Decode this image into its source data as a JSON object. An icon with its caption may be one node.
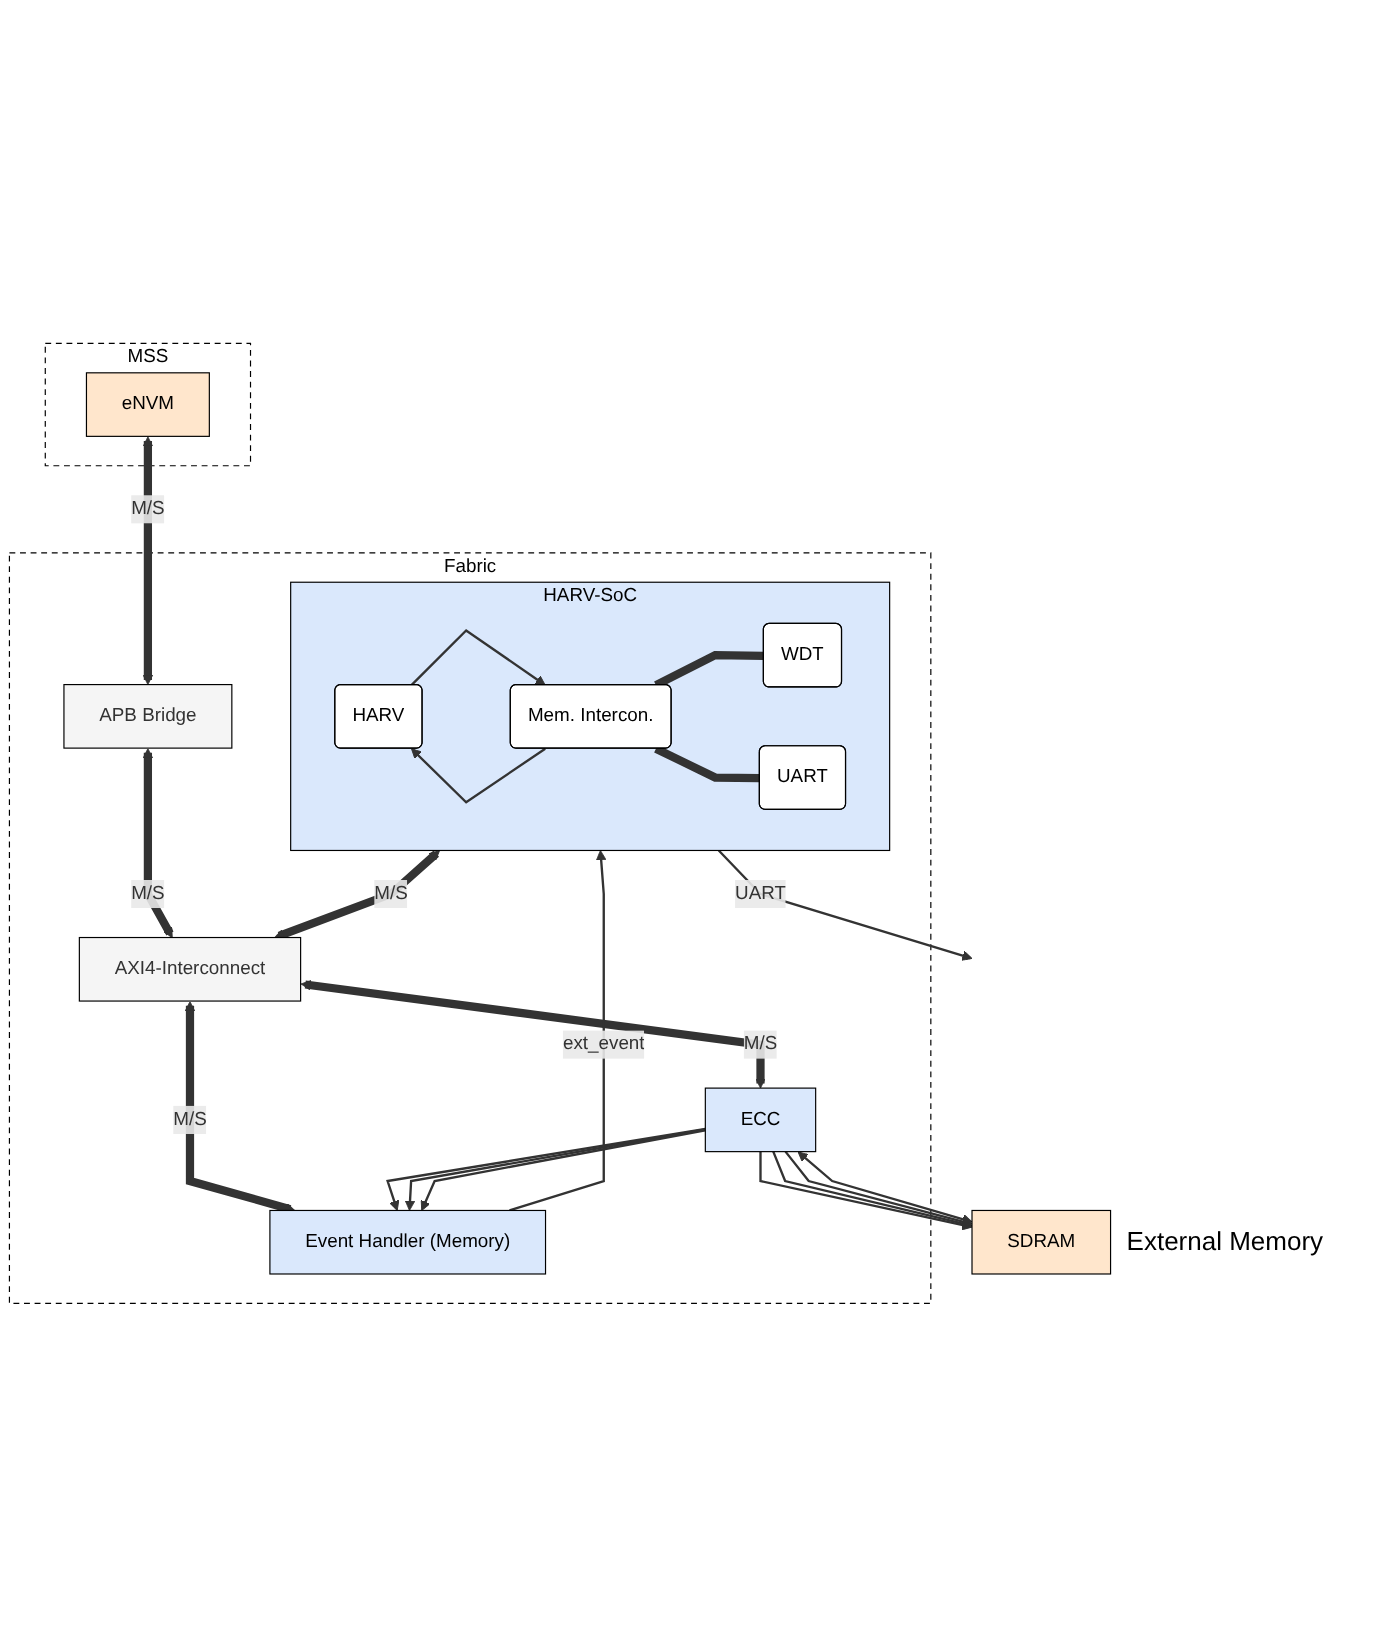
{
  "diagram": {
    "nodes": [
      {
        "text": [
          "MSS"
        ]
      },
      {
        "text": [
          "eNVM"
        ],
        "in": 0
      },
      {
        "text": [
          "Fabric"
        ]
      },
      {
        "text": [
          "APB Bridge"
        ],
        "in": 2
      },
      {
        "text": [
          "HARV-SoC"
        ],
        "in": 2
      },
      {
        "text": [
          "HARV"
        ],
        "in": 4
      },
      {
        "text": [
          "Mem. Intercon."
        ],
        "in": 4
      },
      {
        "text": [
          "WDT"
        ],
        "in": 4
      },
      {
        "text": [
          "UART"
        ],
        "in": 4
      },
      {
        "text": [
          "AXI4-Interconnect"
        ],
        "in": 2
      },
      {
        "text": [
          "ECC"
        ],
        "in": 2
      },
      {
        "text": [
          "Event Handler (Memory)"
        ],
        "in": 2
      },
      {
        "text": [
          "SDRAM"
        ],
        "beside": [
          "External Memory"
        ]
      }
    ],
    "edges": [
      {
        "from": 1,
        "to": 3,
        "arrow": "both",
        "style": "thick",
        "label": "M/S"
      },
      {
        "from": 3,
        "to": 9,
        "arrow": "both",
        "style": "thick",
        "label": "M/S"
      },
      {
        "from": 5,
        "to": 6,
        "arrow": "to"
      },
      {
        "from": 6,
        "to": 5,
        "arrow": "to"
      },
      {
        "from": 6,
        "to": 7,
        "arrow": "none",
        "style": "thick"
      },
      {
        "from": 6,
        "to": 8,
        "arrow": "none",
        "style": "thick"
      },
      {
        "from": 4,
        "to": null,
        "arrow": "to",
        "label": "UART"
      },
      {
        "from": 11,
        "to": 4,
        "arrow": "to",
        "label": "ext_event"
      },
      {
        "from": 4,
        "to": 9,
        "arrow": "both",
        "style": "thick",
        "label": "M/S"
      },
      {
        "from": 9,
        "to": 10,
        "arrow": "both",
        "style": "thick",
        "label": "M/S"
      },
      {
        "from": 9,
        "to": 11,
        "arrow": "both",
        "style": "thick",
        "label": "M/S"
      },
      {
        "from": 10,
        "to": 11,
        "arrow": "to"
      },
      {
        "from": 10,
        "to": 11,
        "arrow": "to"
      },
      {
        "from": 10,
        "to": 11,
        "arrow": "to"
      },
      {
        "from": 10,
        "to": 12,
        "arrow": "to"
      },
      {
        "from": 10,
        "to": 12,
        "arrow": "to"
      },
      {
        "from": 10,
        "to": 12,
        "arrow": "to"
      },
      {
        "from": 10,
        "to": 12,
        "arrow": "both"
      }
    ]
  }
}
